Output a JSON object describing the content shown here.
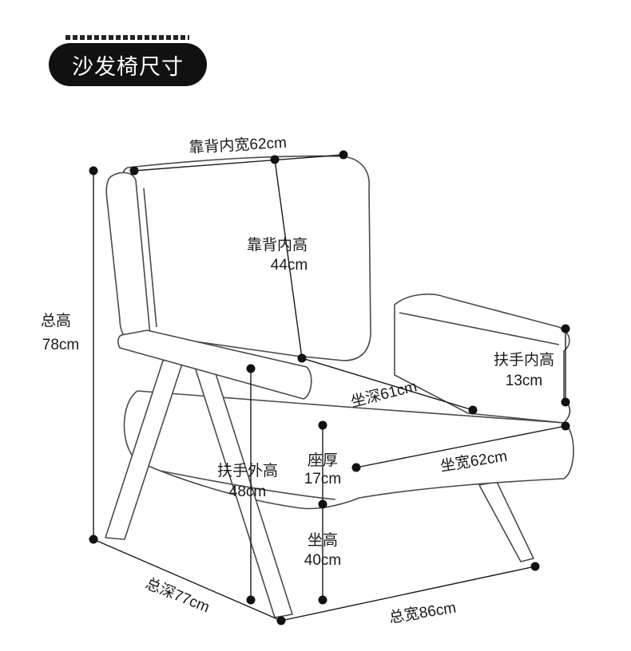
{
  "title": "沙发椅尺寸",
  "colors": {
    "ink": "#1a1a1a",
    "outline": "#4a4a4a",
    "pill": "#111111",
    "background": "#ffffff"
  },
  "dimensions": {
    "back_width": "靠背内宽62cm",
    "back_height_label": "靠背内高",
    "back_height_value": "44cm",
    "total_height_label": "总高",
    "total_height_value": "78cm",
    "armrest_inner_label": "扶手内高",
    "armrest_inner_value": "13cm",
    "seat_depth": "坐深61cm",
    "seat_thickness_label": "座厚",
    "seat_thickness_value": "17cm",
    "seat_width": "坐宽62cm",
    "armrest_outer_label": "扶手外高",
    "armrest_outer_value": "48cm",
    "seat_height_label": "坐高",
    "seat_height_value": "40cm",
    "total_depth": "总深77cm",
    "total_width": "总宽86cm"
  }
}
